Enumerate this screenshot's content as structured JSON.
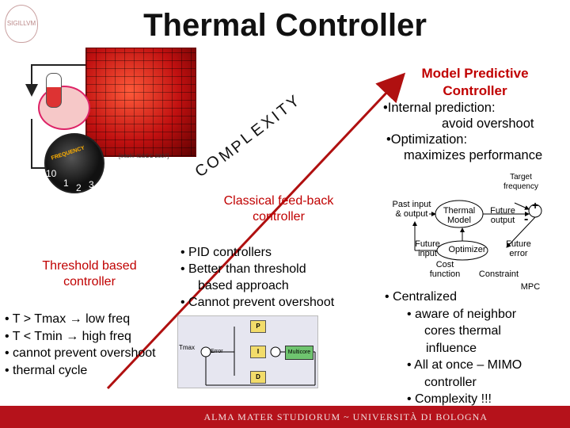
{
  "title": "Thermal Controller",
  "chip_caption": "[Intel© ISSCC 2007]",
  "knob": {
    "brand": "FREQUENCY",
    "numbers": [
      "10",
      "1",
      "2",
      "3"
    ]
  },
  "complexity_letters": [
    "C",
    "O",
    "M",
    "P",
    "L",
    "E",
    "X",
    "I",
    "T",
    "Y"
  ],
  "mpc": {
    "heading": [
      "Model Predictive",
      "Controller"
    ],
    "bullets": [
      "•Internal prediction:",
      "avoid overshoot",
      "•Optimization:",
      "maximizes performance"
    ],
    "diagram": {
      "target_frequency": [
        "Target",
        "frequency"
      ],
      "past_input": [
        "Past input",
        "& output"
      ],
      "thermal_model": [
        "Thermal",
        "Model"
      ],
      "future_output": [
        "Future",
        "output"
      ],
      "optimizer": "Optimizer",
      "future_input": [
        "Future",
        "input"
      ],
      "cost_function": [
        "Cost",
        "function"
      ],
      "future_error": [
        "Future",
        "error"
      ],
      "constraint": "Constraint",
      "mpc_label": "MPC",
      "plus": "+",
      "minus": "-"
    },
    "centralized": [
      "• Centralized",
      "• aware of neighbor",
      "cores thermal",
      "influence",
      "• All at once – MIMO",
      "controller",
      "• Complexity !!!"
    ]
  },
  "classical": {
    "heading": [
      "Classical feed-back",
      "controller"
    ],
    "bullets": [
      "• PID controllers",
      "• Better than threshold",
      "based approach",
      "• Cannot prevent overshoot"
    ],
    "diagram": {
      "tmax": "Tmax",
      "error": "Error",
      "p": "P",
      "i": "I",
      "d": "D",
      "multicore": "Multicore"
    }
  },
  "threshold": {
    "heading": [
      "Threshold based",
      "controller"
    ],
    "bullets": [
      "• T > Tmax → low freq",
      "• T < Tmin → high freq",
      "• cannot prevent overshoot",
      "• thermal cycle"
    ]
  },
  "footer": "ALMA MATER STUDIORUM ~ UNIVERSITÀ DI BOLOGNA",
  "colors": {
    "accent_red": "#c00000",
    "footer_red": "#b5121b",
    "arrow": "#b01010"
  }
}
